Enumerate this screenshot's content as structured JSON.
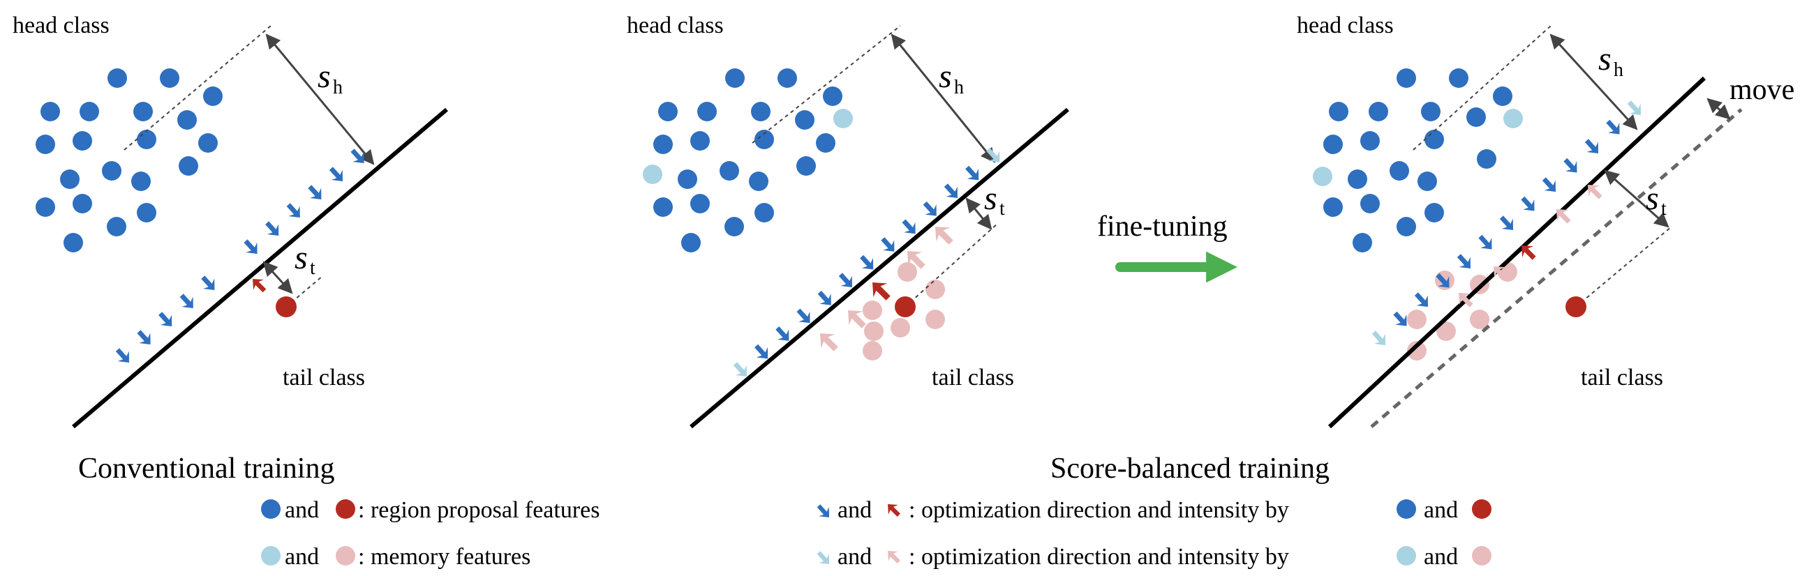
{
  "panels": [
    {
      "head_label": "head class",
      "tail_label": "tail class",
      "sh_symbol": "s",
      "sh_sub": "h",
      "st_symbol": "s",
      "st_sub": "t"
    },
    {
      "head_label": "head class",
      "tail_label": "tail class",
      "sh_symbol": "s",
      "sh_sub": "h",
      "st_symbol": "s",
      "st_sub": "t"
    },
    {
      "head_label": "head class",
      "tail_label": "tail class",
      "sh_symbol": "s",
      "sh_sub": "h",
      "st_symbol": "s",
      "st_sub": "t",
      "move_label": "move"
    }
  ],
  "transition_label": "fine-tuning",
  "captions": {
    "conventional": "Conventional training",
    "score_balanced": "Score-balanced training"
  },
  "legend": {
    "and_word": "and",
    "region_text": ": region proposal features",
    "memory_text": ": memory features",
    "opt_text": ": optimization direction and intensity by"
  },
  "colors": {
    "head_feature": "#2e6fbf",
    "tail_feature": "#b52a1f",
    "head_memory": "#a8d3e2",
    "tail_memory": "#e8bcbc",
    "fine_tuning_arrow": "#4caf50",
    "guide_gray": "#555555"
  }
}
